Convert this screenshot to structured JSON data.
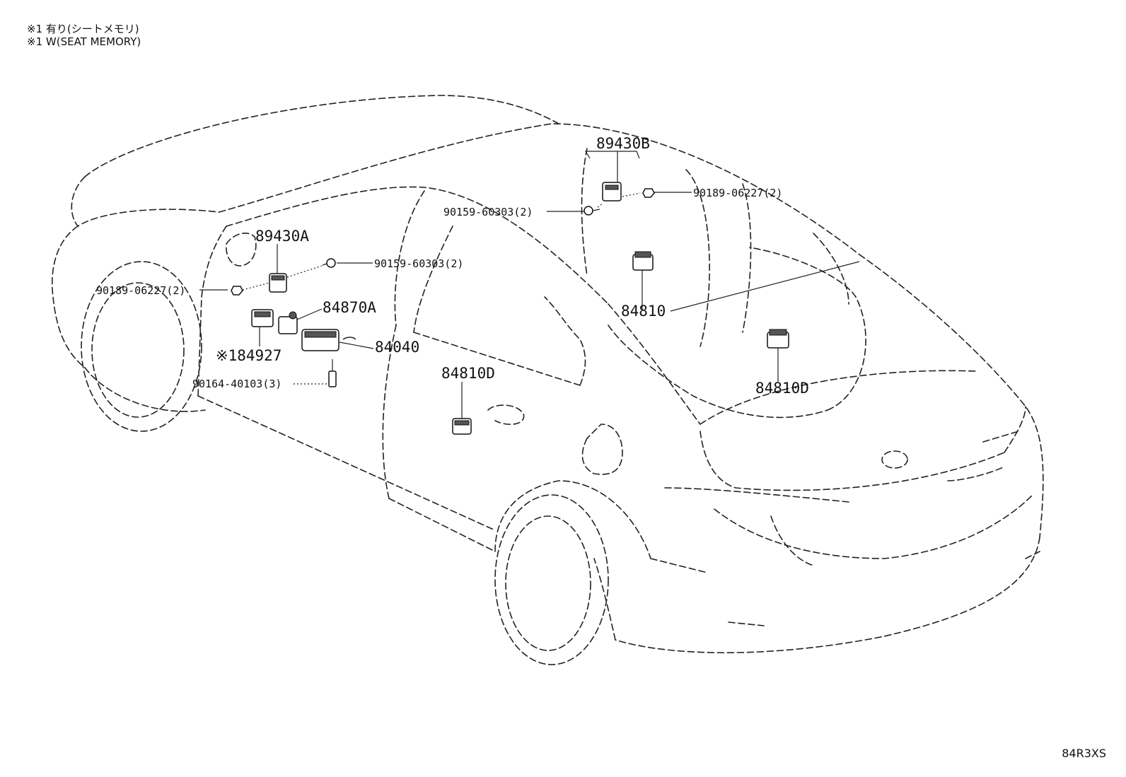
{
  "notes": [
    "※1 有り(シートメモリ)",
    "※1 W(SEAT MEMORY)"
  ],
  "footer_code": "84R3XS",
  "labels": {
    "p89430B": "89430B",
    "p90189_06227_right": "90189-06227(2)",
    "p90159_60303_top": "90159-60303(2)",
    "p89430A": "89430A",
    "p90159_60303_left": "90159-60303(2)",
    "p90189_06227_left": "90189-06227(2)",
    "p84870A": "84870A",
    "p84040": "84040",
    "p84927": "※184927",
    "p90164_40103": "90164-40103(3)",
    "p84810D_door": "84810D",
    "p84810": "84810",
    "p84810D_rear": "84810D"
  }
}
